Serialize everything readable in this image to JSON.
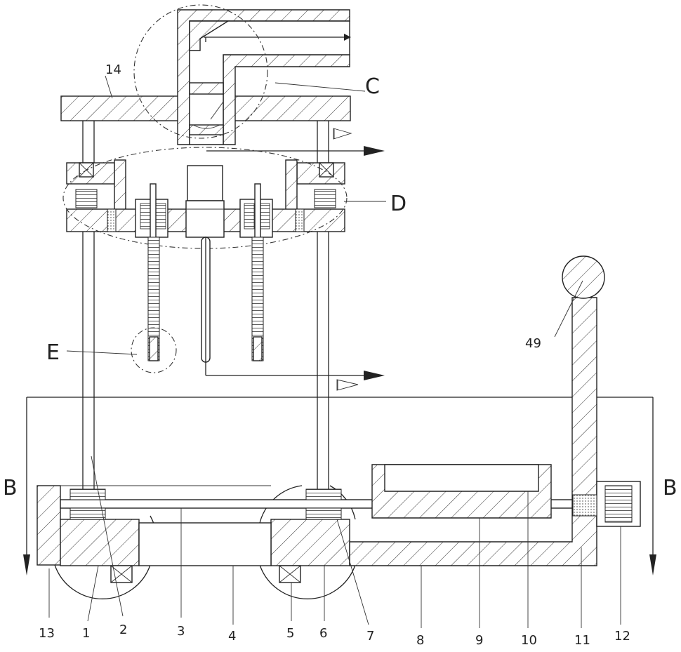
{
  "labels": {
    "n1": "1",
    "n2": "2",
    "n3": "3",
    "n4": "4",
    "n5": "5",
    "n6": "6",
    "n7": "7",
    "n8": "8",
    "n9": "9",
    "n10": "10",
    "n11": "11",
    "n12": "12",
    "n13": "13",
    "n14": "14",
    "n49": "49"
  },
  "section_marks": {
    "b_left": "B",
    "b_right": "B",
    "c": "C",
    "d": "D",
    "e": "E"
  },
  "colors": {
    "line": "#222222",
    "background": "#ffffff"
  }
}
